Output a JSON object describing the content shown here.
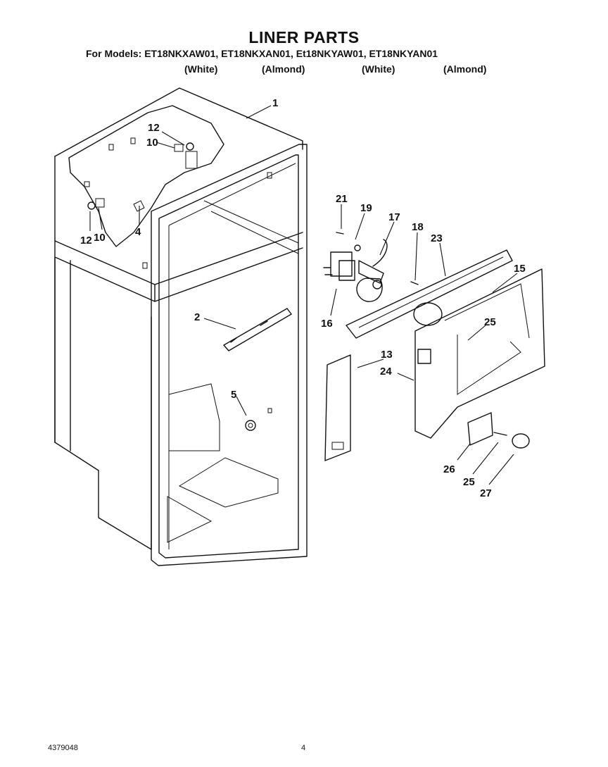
{
  "header": {
    "title": "LINER PARTS",
    "models_line": "For Models: ET18NKXAW01, ET18NKXAN01, Et18NKYAW01, ET18NKYAN01",
    "colors": [
      "(White)",
      "(Almond)",
      "(White)",
      "(Almond)"
    ]
  },
  "callouts": [
    "1",
    "12",
    "10",
    "4",
    "12",
    "10",
    "2",
    "5",
    "21",
    "19",
    "17",
    "18",
    "23",
    "15",
    "16",
    "25",
    "13",
    "24",
    "26",
    "25",
    "27"
  ],
  "footer": {
    "doc_number": "4379048",
    "page_number": "4"
  }
}
